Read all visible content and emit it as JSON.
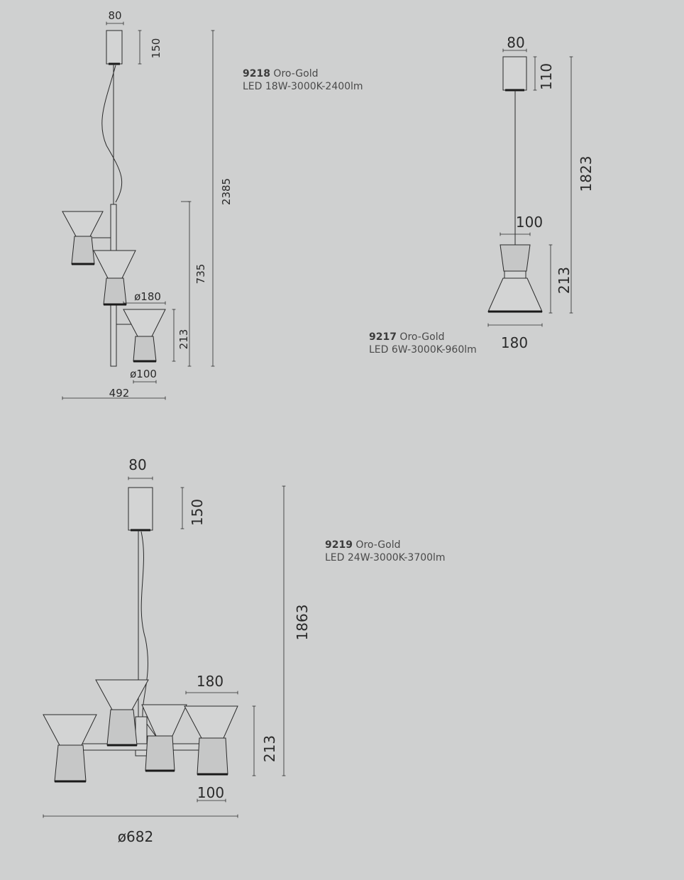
{
  "products": [
    {
      "code": "9218",
      "finish": "Oro-Gold",
      "spec": "LED 18W-3000K-2400lm",
      "dims": {
        "canopy_width": "80",
        "canopy_height": "150",
        "total_height": "2385",
        "cluster_height": "735",
        "head_height": "213",
        "shade_diameter": "ø180",
        "base_diameter": "ø100",
        "overall_width": "492"
      }
    },
    {
      "code": "9217",
      "finish": "Oro-Gold",
      "spec": "LED 6W-3000K-960lm",
      "dims": {
        "canopy_width": "80",
        "canopy_height": "110",
        "total_height": "1823",
        "top_diameter": "100",
        "head_height": "213",
        "shade_width": "180"
      }
    },
    {
      "code": "9219",
      "finish": "Oro-Gold",
      "spec": "LED 24W-3000K-3700lm",
      "dims": {
        "canopy_width": "80",
        "canopy_height": "150",
        "total_height": "1863",
        "shade_width": "180",
        "head_height": "213",
        "base_width": "100",
        "overall_diameter": "ø682"
      }
    }
  ]
}
